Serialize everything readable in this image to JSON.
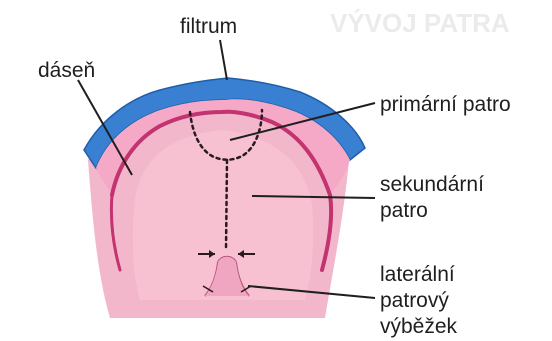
{
  "labels": {
    "filtrum": "filtrum",
    "dasen": "dáseň",
    "primarni_patro": "primární patro",
    "sekundarni_patro_line1": "sekundární",
    "sekundarni_patro_line2": "patro",
    "lateralni_line1": "laterální",
    "lateralni_line2": "patrový",
    "lateralni_line3": "výběžek"
  },
  "background_text": {
    "heading": "VÝVOJ PATRA"
  },
  "colors": {
    "gum_blue": "#3b7fd0",
    "palate_pink": "#f2b0c8",
    "palate_rim": "#d05088",
    "dark_line": "#2a1a20"
  }
}
